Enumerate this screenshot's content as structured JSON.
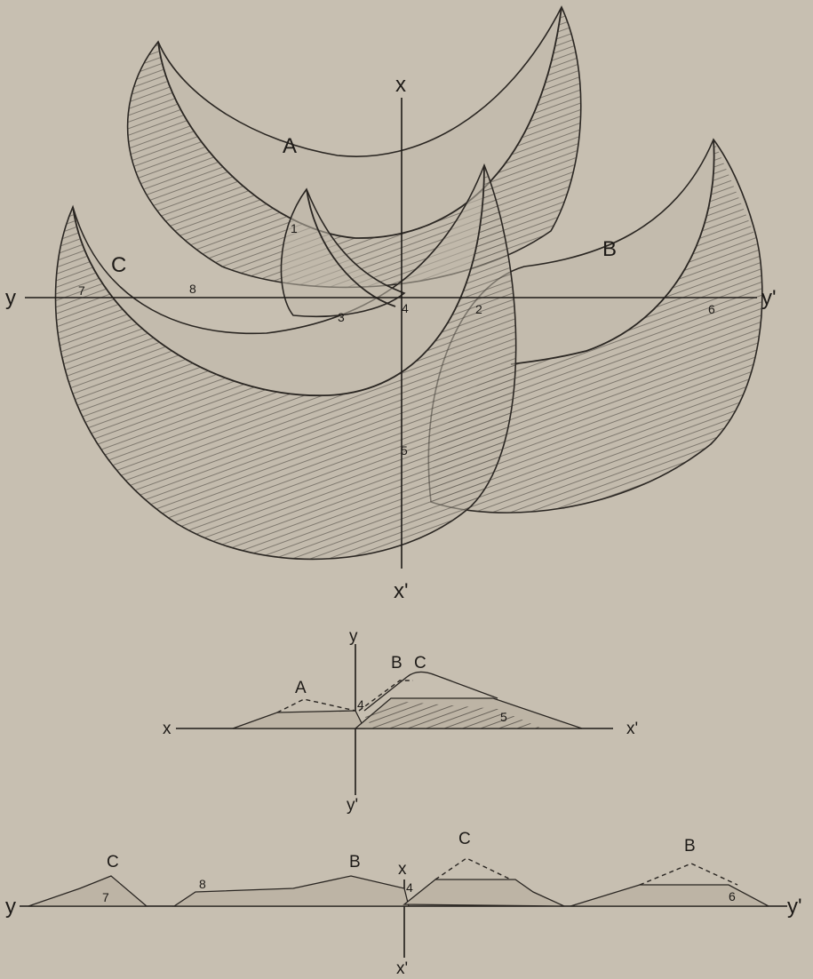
{
  "plan": {
    "axis_x_top": "x",
    "axis_x_bottom": "x'",
    "axis_y_left": "y",
    "axis_y_right": "y'",
    "dune_labels": [
      "A",
      "B",
      "C"
    ],
    "point_labels": [
      "1",
      "2",
      "3",
      "4",
      "5",
      "6",
      "7",
      "8"
    ]
  },
  "section_x": {
    "axis_top": "y",
    "axis_bottom": "y'",
    "axis_left": "x",
    "axis_right": "x'",
    "dune_labels": [
      "A",
      "B",
      "C"
    ],
    "point_labels": [
      "4",
      "5"
    ]
  },
  "section_y": {
    "axis_top": "x",
    "axis_bottom": "x'",
    "axis_left": "y",
    "axis_right": "y'",
    "dune_labels": [
      "C",
      "B",
      "C",
      "B"
    ],
    "point_labels": [
      "7",
      "8",
      "4",
      "6"
    ]
  }
}
